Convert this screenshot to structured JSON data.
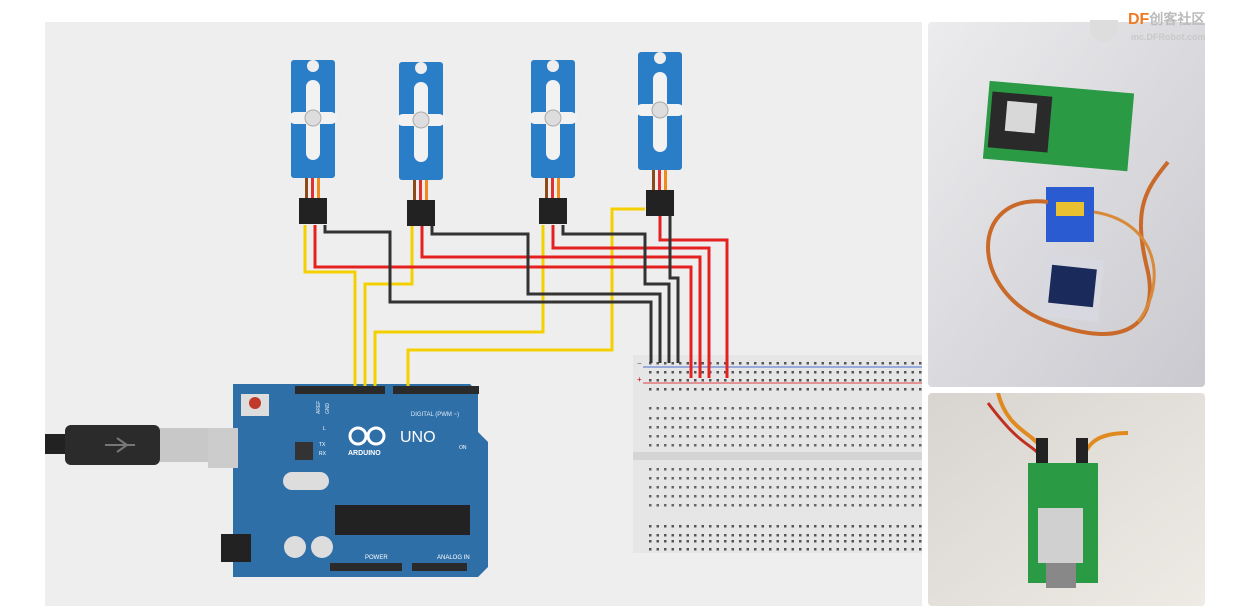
{
  "watermark": {
    "brand": "DF",
    "brand_cn": "创客社区",
    "url": "mc.DFRobot.com"
  },
  "arduino": {
    "logo_text": "ARDUINO",
    "model": "UNO",
    "digital_label": "DIGITAL (PWM ~)",
    "power_label": "POWER",
    "analog_label": "ANALOG IN",
    "led_l": "L",
    "led_tx": "TX",
    "led_rx": "RX",
    "led_on": "ON",
    "aref": "AREF",
    "gnd": "GND"
  },
  "breadboard": {
    "minus": "−",
    "plus": "+"
  },
  "colors": {
    "signal": "#f5d000",
    "power": "#e52020",
    "ground": "#333333",
    "board": "#2f6fa8",
    "servo": "#2a7ec8"
  }
}
